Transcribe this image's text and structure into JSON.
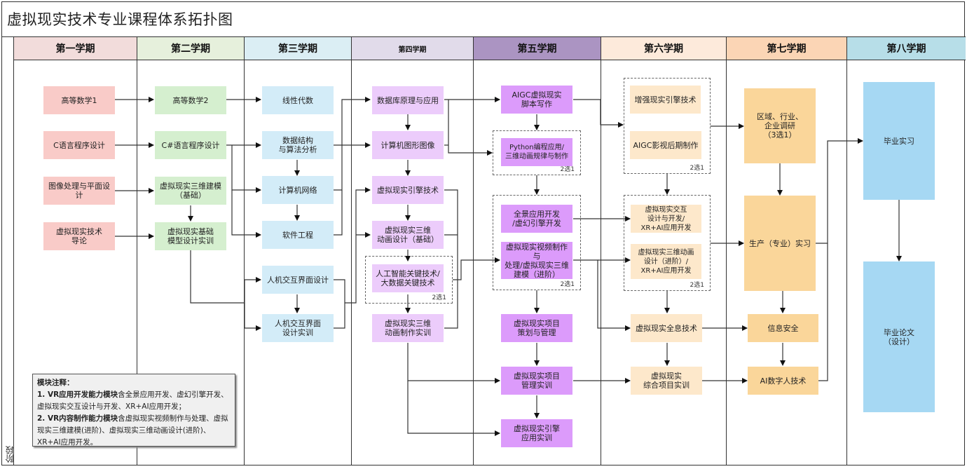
{
  "title": "虚拟现实技术专业课程体系拓扑图",
  "stage_label": "阶段",
  "colors": {
    "sem1_head": "#f2dcdb",
    "sem2_head": "#e6f0dc",
    "sem3_head": "#dbeef4",
    "sem4_head": "#e1dbea",
    "sem5_head": "#ab94c2",
    "sem6_head": "#fdeadb",
    "sem7_head": "#fbd5b5",
    "sem8_head": "#b7dee8",
    "sem1_node": "#f9cbc8",
    "sem2_node": "#d5efcf",
    "sem3_node": "#d3ecf8",
    "sem4_node": "#ecccfb",
    "sem5_node": "#dc9bfb",
    "sem6_node": "#fde8cb",
    "sem7_node": "#fad69a",
    "sem8_node": "#a6d8f3"
  },
  "semesters": [
    {
      "label": "第一学期"
    },
    {
      "label": "第二学期"
    },
    {
      "label": "第三学期"
    },
    {
      "label": "第四学期"
    },
    {
      "label": "第五学期"
    },
    {
      "label": "第六学期"
    },
    {
      "label": "第七学期"
    },
    {
      "label": "第八学期"
    }
  ],
  "courses": {
    "s1": [
      "高等数学1",
      "C语言程序设计",
      "图像处理与平面设计",
      "虚拟现实技术\n导论"
    ],
    "s2": [
      "高等数学2",
      "C#语言程序设计",
      "虚拟现实三维建模\n（基础）",
      "虚拟现实基础\n模型设计实训"
    ],
    "s3": [
      "线性代数",
      "数据结构\n与算法分析",
      "计算机网络",
      "软件工程",
      "人机交互界面设计",
      "人机交互界面\n设计实训"
    ],
    "s4": [
      "数据库原理与应用",
      "计算机图形图像",
      "虚拟现实引擎技术",
      "虚拟现实三维\n动画设计（基础）",
      "人工智能关键技术/\n大数据关键技术",
      "虚拟现实三维\n动画制作实训"
    ],
    "s5": [
      "AIGC虚拟现实\n脚本写作",
      "Python编程应用/\n三维动画规律与制作",
      "全景应用开发\n/虚幻引擎开发",
      "虚拟现实视频制作与\n处理/虚拟现实三维\n建模（进阶）",
      "虚拟现实项目\n策划与管理",
      "虚拟现实项目\n管理实训",
      "虚拟现实引擎\n应用实训"
    ],
    "s6": [
      "增强现实引擎技术",
      "AIGC影视后期制作",
      "虚拟现实交互\n设计与开发/\nXR+AI应用开发",
      "虚拟现实三维动画\n设计（进阶）/\nXR+AI应用开发",
      "虚拟现实全息技术",
      "虚拟现实\n综合项目实训"
    ],
    "s7": [
      "区域、行业、\n企业调研\n（3选1）",
      "生产（专业）实习",
      "信息安全",
      "AI数字人技术"
    ],
    "s8": [
      "毕业实习",
      "毕业论文\n（设计）"
    ]
  },
  "choice_labels": {
    "two_pick_one": "2选1"
  },
  "note": {
    "heading": "模块注释：",
    "item1_bold": "1. VR应用开发能力模块",
    "item1_text": "含全景应用开发、虚幻引擎开发、虚拟现实交互设计与开发、XR+AI应用开发；",
    "item2_bold": "2. VR内容制作能力模块",
    "item2_text": "含虚拟现实视频制作与处理、虚拟现实三维建模(进阶)、虚拟现实三维动画设计(进阶)、XR+AI应用开发。"
  }
}
